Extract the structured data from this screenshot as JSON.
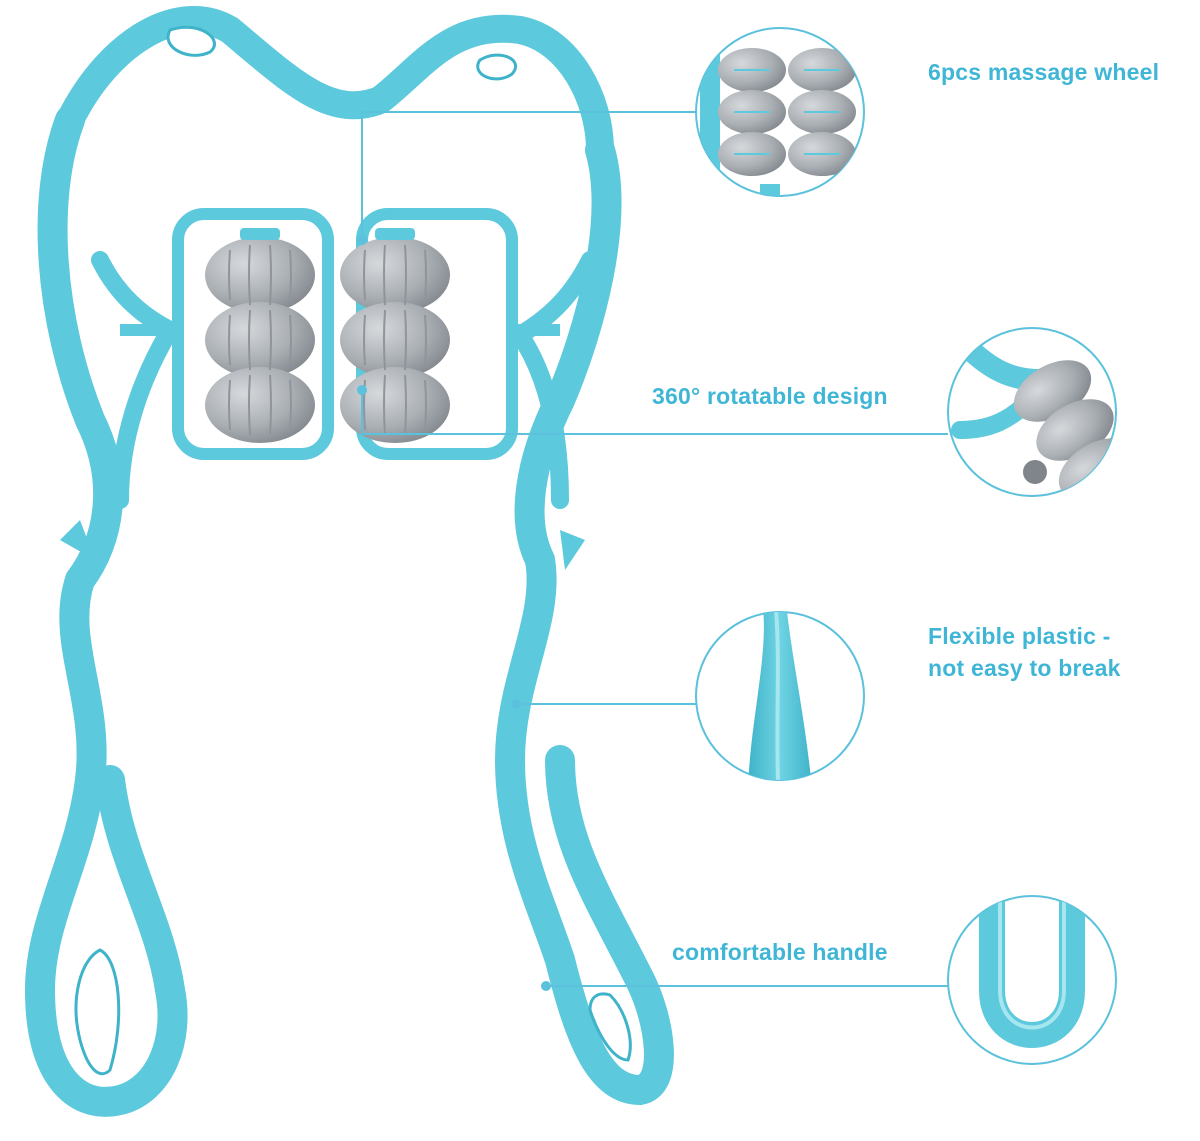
{
  "colors": {
    "product_teal": "#5cc9dc",
    "product_teal_dark": "#2fa9c2",
    "product_teal_light": "#a6e6ef",
    "roller_gray": "#a9aeb3",
    "roller_gray_dark": "#7f858b",
    "roller_gray_light": "#d2d5d8",
    "callout_line": "#5bc1dc",
    "label_text": "#3fb6d6"
  },
  "features": [
    {
      "label": "6pcs massage wheel",
      "icon": "rollers-closeup-icon"
    },
    {
      "label": "360° rotatable design",
      "icon": "rotating-roller-closeup-icon"
    },
    {
      "label_lines": [
        "Flexible plastic -",
        "not easy to break"
      ],
      "icon": "flexible-arm-closeup-icon"
    },
    {
      "label": "comfortable handle",
      "icon": "handle-loop-closeup-icon"
    }
  ]
}
